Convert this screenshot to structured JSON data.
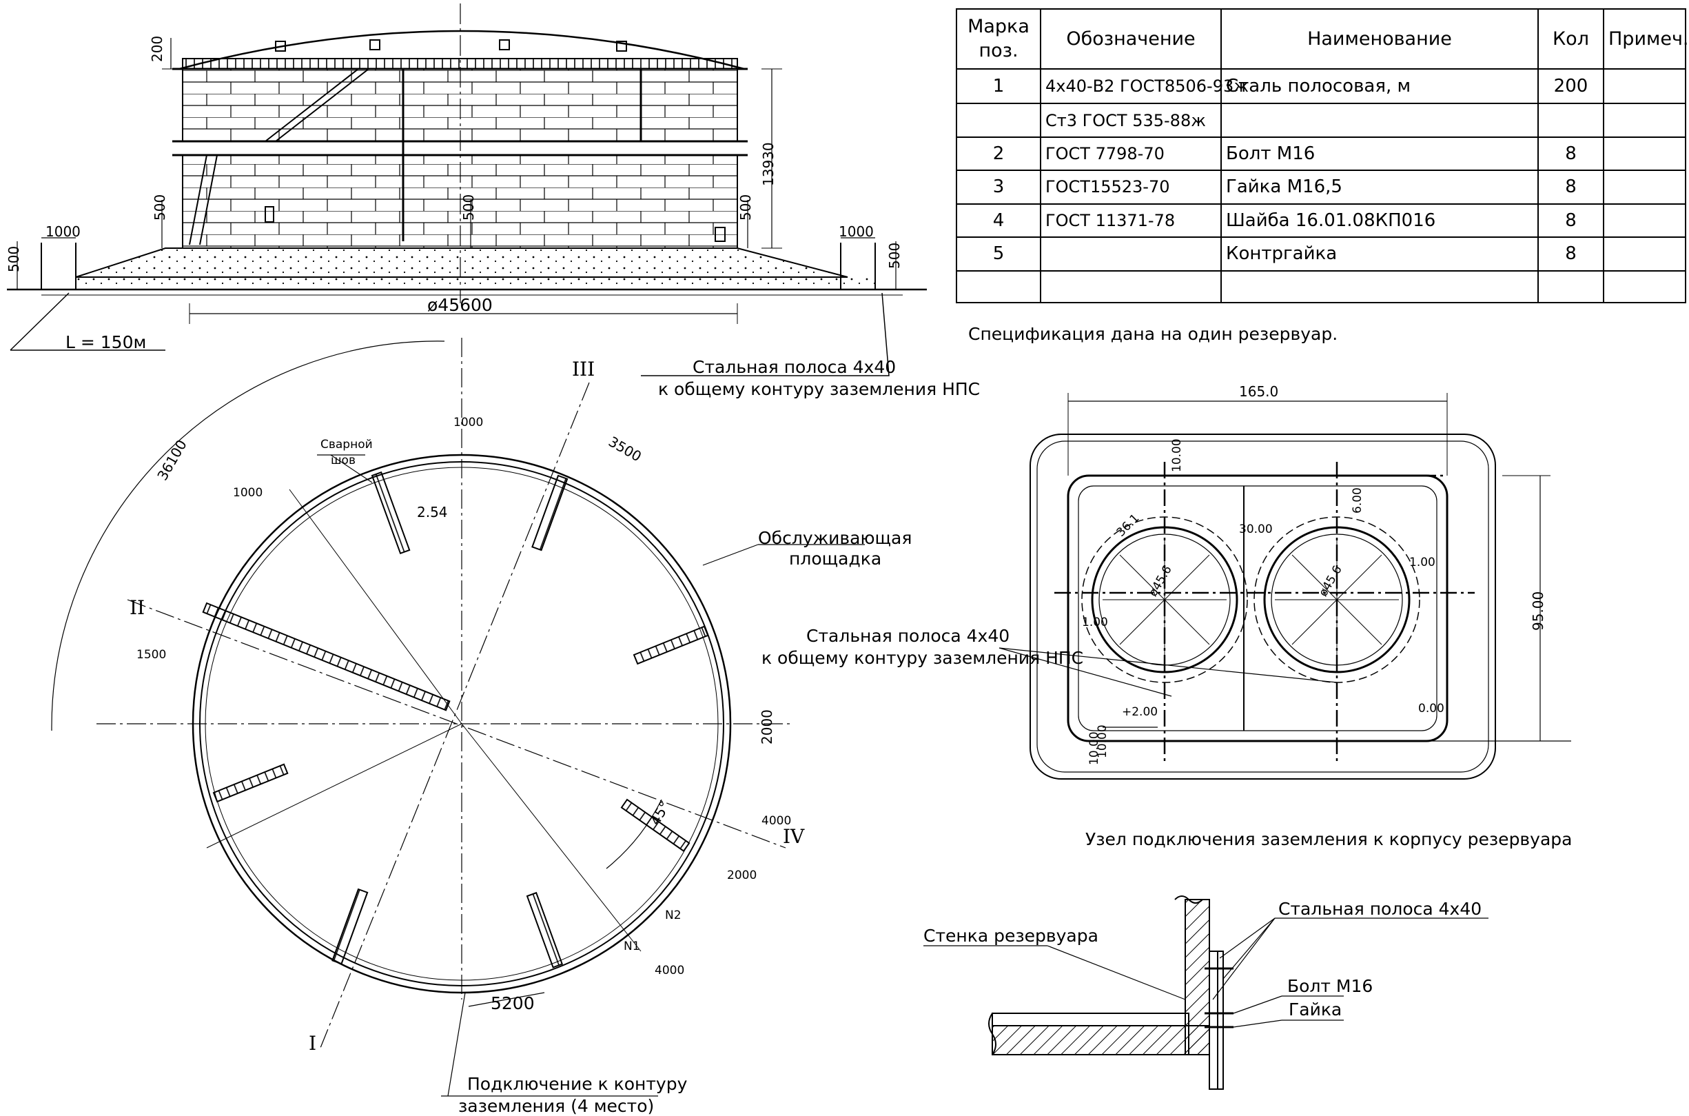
{
  "elevation": {
    "dim_200": "200",
    "dim_500_left": "500",
    "dim_500_mid": "500",
    "dim_500_right": "500",
    "dim_500_right_bank": "500",
    "dim_500_outer_left": "500",
    "dim_1000_left": "1000",
    "dim_1000_right": "1000",
    "dim_13930": "13930",
    "dim_diameter": "ø45600",
    "length_note": "L = 150м",
    "strip_note_line1": "Стальная полоса 4х40",
    "strip_note_line2": "к общему контуру заземления НПС"
  },
  "spec_table": {
    "headers": [
      "Марка поз.",
      "Обозначение",
      "Наименование",
      "Кол",
      "Примеч."
    ],
    "rows": [
      [
        "1",
        "4х40-В2 ГОСТ8506-93ж",
        "Сталь полосовая, м",
        "200",
        ""
      ],
      [
        "",
        "Ст3 ГОСТ 535-88ж",
        "",
        "",
        ""
      ],
      [
        "2",
        "ГОСТ 7798-70",
        "Болт М16",
        "8",
        ""
      ],
      [
        "3",
        "ГОСТ15523-70",
        "Гайка М16,5",
        "8",
        ""
      ],
      [
        "4",
        "ГОСТ 11371-78",
        "Шайба 16.01.08КП016",
        "8",
        ""
      ],
      [
        "5",
        "",
        "Контргайка",
        "8",
        ""
      ],
      [
        "",
        "",
        "",
        "",
        ""
      ]
    ],
    "note": "Спецификация дана на один резервуар."
  },
  "plan": {
    "dim_36100": "36100",
    "dim_1000_top": "1000",
    "dim_1000_left": "1000",
    "dim_3500": "3500",
    "dim_2_54": "2.54",
    "dim_1500": "1500",
    "dim_2000_right": "2000",
    "dim_45deg": "45°",
    "dim_4000_a": "4000",
    "dim_2000_b": "2000",
    "dim_4000_b": "4000",
    "dim_5200": "5200",
    "weld_label_line1": "Сварной",
    "weld_label_line2": "шов",
    "platform_label_line1": "Обслуживающая",
    "platform_label_line2": "площадка",
    "strip_label_line1": "Стальная полоса 4х40",
    "strip_label_line2": "к общему контуру заземления НПС",
    "connection_label_line1": "Подключение к контуру",
    "connection_label_line2": "заземления (4 место)",
    "axis_I": "I",
    "axis_II": "II",
    "axis_III": "III",
    "axis_IV": "IV",
    "mark_N1": "N1",
    "mark_N2": "N2"
  },
  "site_plan": {
    "dim_165": "165.0",
    "dim_95": "95.00",
    "dim_10": "10.00",
    "dim_10_b": "10.00",
    "dim_30": "30.00",
    "dim_6": "6.00",
    "dim_1_left": "1.00",
    "dim_1_right": "1.00",
    "dim_plus2": "+2.00",
    "dim_0": "0.00",
    "dim_10_vert": "10.00",
    "dim_36_1": "36.1",
    "dim_dia": "ø45.6"
  },
  "node": {
    "title": "Узел подключения заземления к корпусу резервуара",
    "wall_label": "Стенка резервуара",
    "strip_label": "Стальная полоса 4х40",
    "bolt_label": "Болт М16",
    "nut_label": "Гайка"
  }
}
